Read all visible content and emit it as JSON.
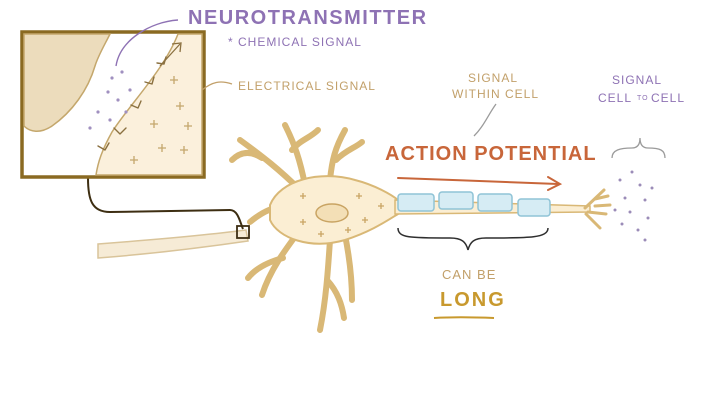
{
  "labels": {
    "neurotransmitter": "NEUROTRANSMITTER",
    "chemical_signal": "* CHEMICAL SIGNAL",
    "electrical_signal": "ELECTRICAL SIGNAL",
    "signal_within_cell_line1": "SIGNAL",
    "signal_within_cell_line2": "WITHIN CELL",
    "signal_cell_to_cell_line1": "SIGNAL",
    "signal_cell_to_cell_line2": "CELL",
    "signal_cell_to_cell_mid": "TO",
    "signal_cell_to_cell_line3": "CELL",
    "action_potential": "ACTION POTENTIAL",
    "can_be": "CAN BE",
    "long": "LONG"
  },
  "colors": {
    "purple": "#8e72b4",
    "tan": "#c2a06a",
    "orange": "#c8663a",
    "gold": "#c8992e",
    "neuron_fill": "#fbeed3",
    "neuron_outline": "#d9b876",
    "myelin": "#d6ecf4",
    "frame": "#8a6a22"
  }
}
